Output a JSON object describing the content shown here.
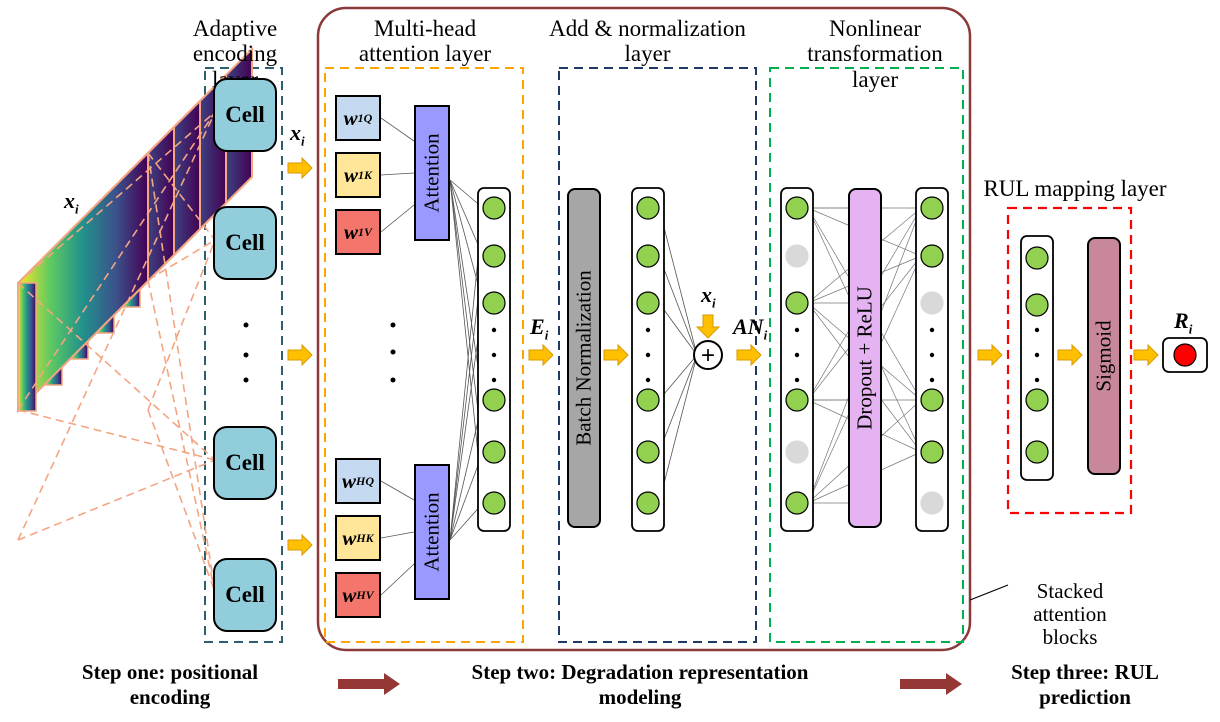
{
  "labels": {
    "adaptive_encoding_layer": "Adaptive encoding layer",
    "multi_head_attention_layer": "Multi-head attention layer",
    "add_normalization_layer": "Add & normalization layer",
    "nonlinear_transformation_layer": "Nonlinear transformation layer",
    "rul_mapping_layer": "RUL mapping layer",
    "stacked_attention_blocks": "Stacked attention blocks"
  },
  "cells": [
    "Cell",
    "Cell",
    "Cell",
    "Cell"
  ],
  "attention_label": "Attention",
  "batch_norm_label": "Batch Normalization",
  "dropout_relu_label": "Dropout + ReLU",
  "sigmoid_label": "Sigmoid",
  "symbols": {
    "x": "x",
    "x_sub": "i",
    "w": "w",
    "q": "Q",
    "k": "K",
    "v": "V",
    "head_first": "1",
    "head_last": "H",
    "e": "E",
    "an": "AN",
    "r": "R",
    "sub_i": "i",
    "plus": "+"
  },
  "steps": {
    "one": "Step one: positional encoding",
    "two": "Step two: Degradation representation modeling",
    "three": "Step three: RUL prediction"
  },
  "colors": {
    "cell": "#92CDDC",
    "wq": "#C5D9F1",
    "wk": "#FFE699",
    "wv": "#F4756C",
    "attention": "#9999FF",
    "batch_norm": "#A6A6A6",
    "dropout": "#E6B3F2",
    "sigmoid": "#C8879A",
    "node_green": "#92D050",
    "node_grey": "#D9D9D9",
    "arrow_yellow": "#FFC000",
    "arrow_brown": "#953735",
    "border_adaptive": "#2F5F6F",
    "border_attention": "#FFA500",
    "border_addnorm": "#1F3864",
    "border_nonlinear": "#00B050",
    "border_rul": "#FF0000",
    "border_stack": "#8B3A3A",
    "output_node": "#FF0000"
  }
}
